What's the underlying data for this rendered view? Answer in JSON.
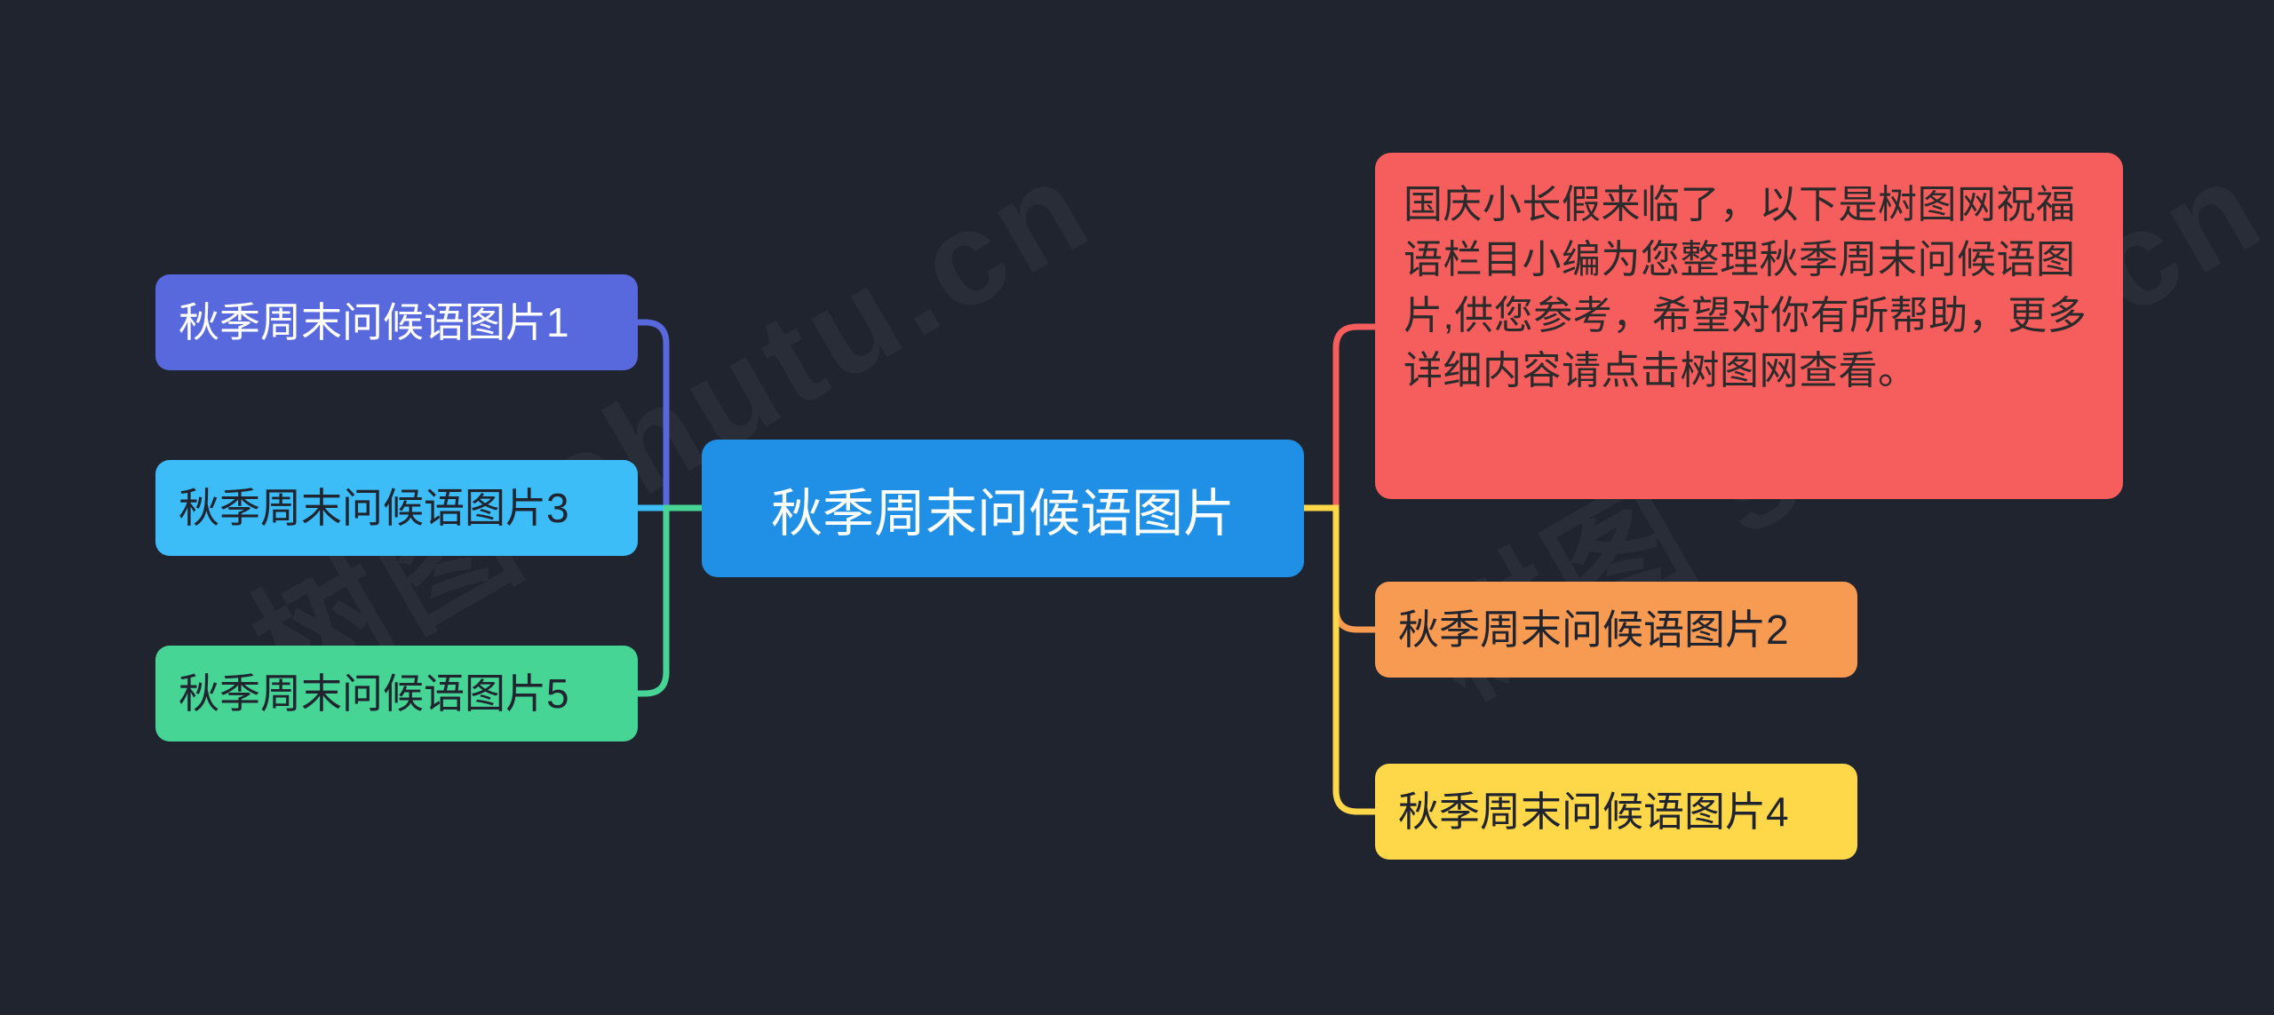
{
  "canvas": {
    "background_color": "#20242f",
    "watermark_text": "树图 shutu.cn"
  },
  "mindmap": {
    "root": {
      "label": "秋季周末问候语图片",
      "color": "#1f90e6",
      "text_color": "#ffffff"
    },
    "left_branches": [
      {
        "label": "秋季周末问候语图片1",
        "color": "#5868dd",
        "text_color": "#ffffff"
      },
      {
        "label": "秋季周末问候语图片3",
        "color": "#3cbdf7",
        "text_color": "#20242f"
      },
      {
        "label": "秋季周末问候语图片5",
        "color": "#47d596",
        "text_color": "#20242f"
      }
    ],
    "right_branches": [
      {
        "label": "国庆小长假来临了，以下是树图网祝福语栏目小编为您整理秋季周末问候语图片,供您参考，希望对你有所帮助，更多详细内容请点击树图网查看。",
        "color": "#f65d5d",
        "text_color": "#2b2b2b"
      },
      {
        "label": "秋季周末问候语图片2",
        "color": "#f79a52",
        "text_color": "#20242f"
      },
      {
        "label": "秋季周末问候语图片4",
        "color": "#ffd84a",
        "text_color": "#20242f"
      }
    ],
    "connector_colors": {
      "branch1": "#5868dd",
      "branch3": "#3cbdf7",
      "branch5": "#47d596",
      "summary": "#f65d5d",
      "branch2": "#f79a52",
      "branch4": "#ffd84a"
    }
  }
}
